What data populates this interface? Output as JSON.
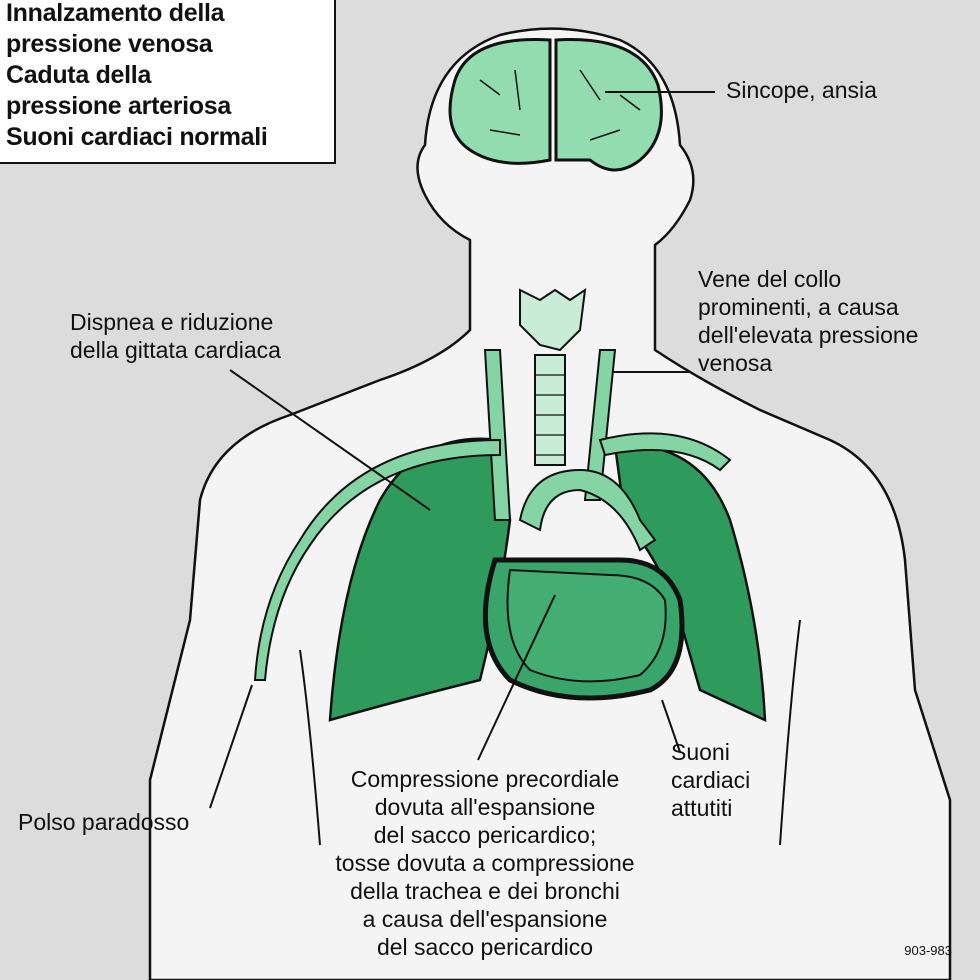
{
  "summary": {
    "lines": [
      "Innalzamento della",
      "pressione venosa",
      "Caduta della",
      "pressione arteriosa",
      "Suoni cardiaci normali"
    ]
  },
  "labels": {
    "brain": [
      "Sincope, ansia"
    ],
    "neck": [
      "Vene del collo",
      "prominenti, a causa",
      "dell'elevata pressione",
      "venosa"
    ],
    "dyspnea": [
      "Dispnea e riduzione",
      "della gittata cardiaca"
    ],
    "pulse": [
      "Polso paradosso"
    ],
    "heart_sounds": [
      "Suoni",
      "cardiaci",
      "attutiti"
    ],
    "compression": [
      "Compressione precordiale",
      "dovuta all'espansione",
      "del sacco pericardico;",
      "tosse dovuta a compressione",
      "della trachea e dei bronchi",
      "a causa dell'espansione",
      "del sacco pericardico"
    ]
  },
  "figure_code": "903-983",
  "colors": {
    "background": "#dcdcdc",
    "body": "#f4f4f4",
    "lung": "#2e9a5c",
    "vessel": "#84d4a4",
    "brain": "#92dcb0",
    "heart": "#3aa56a",
    "outline": "#111111"
  }
}
